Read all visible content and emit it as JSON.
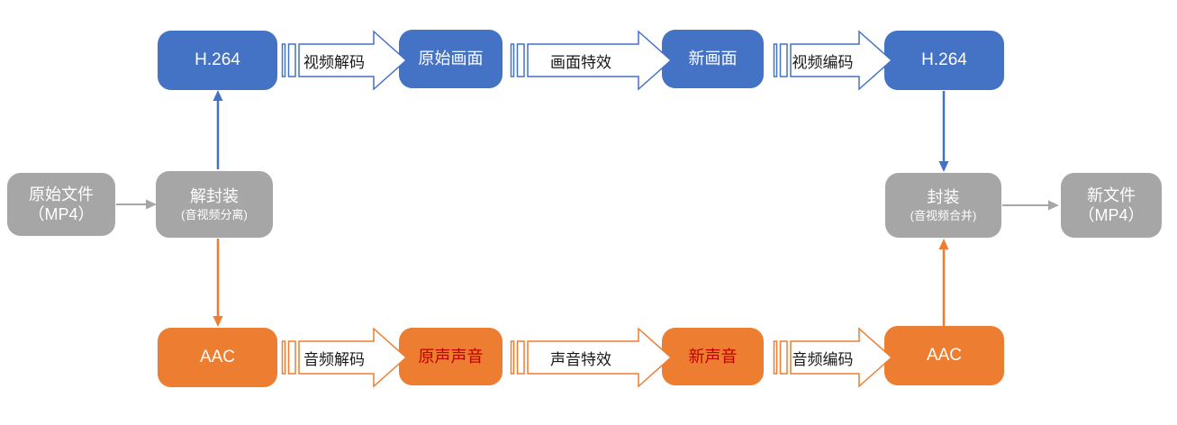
{
  "diagram": {
    "description": "video-audio transcoding pipeline flowchart",
    "colors": {
      "video_blue": "#4472C4",
      "audio_orange": "#ED7D31",
      "file_gray": "#A6A6A6",
      "highlight_text_red": "#C00000",
      "arrow_label_text": "#1a1a1a",
      "node_text": "#ffffff"
    },
    "nodes": {
      "source_file": {
        "line1": "原始文件",
        "line2": "（MP4）"
      },
      "demux": {
        "line1": "解封装",
        "line2": "(音视频分离)"
      },
      "h264_in": {
        "label": "H.264"
      },
      "raw_frame": {
        "label": "原始画面"
      },
      "new_frame": {
        "label": "新画面"
      },
      "h264_out": {
        "label": "H.264"
      },
      "aac_in": {
        "label": "AAC"
      },
      "raw_sound": {
        "label": "原声声音"
      },
      "new_sound": {
        "label": "新声音"
      },
      "aac_out": {
        "label": "AAC"
      },
      "mux": {
        "line1": "封装",
        "line2": "(音视频合并)"
      },
      "new_file": {
        "line1": "新文件",
        "line2": "（MP4）"
      }
    },
    "process_arrows": {
      "video_decode": "视频解码",
      "frame_effect": "画面特效",
      "video_encode": "视频编码",
      "audio_decode": "音频解码",
      "sound_effect": "声音特效",
      "audio_encode": "音频编码"
    }
  }
}
